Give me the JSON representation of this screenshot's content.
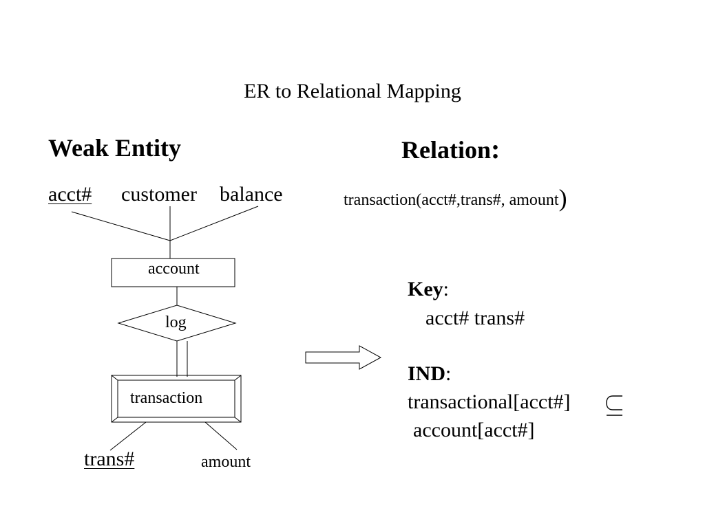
{
  "title": "ER to Relational Mapping",
  "left_heading": "Weak Entity",
  "right_heading": "Relation",
  "right_heading_colon": ":",
  "attributes": {
    "acct": "acct#",
    "customer": "customer",
    "balance": "balance"
  },
  "relation": {
    "text": "transaction(acct#,trans#, amount",
    "close_paren": ")"
  },
  "entities": {
    "account": "account",
    "log": "log",
    "transaction": "transaction"
  },
  "weak_attributes": {
    "trans": "trans#",
    "amount": "amount"
  },
  "key": {
    "label": "Key",
    "colon": ":",
    "value": "acct# trans#"
  },
  "ind": {
    "label": "IND",
    "colon": ":",
    "line1": "transactional[acct#]",
    "line2": "account[acct#]"
  }
}
